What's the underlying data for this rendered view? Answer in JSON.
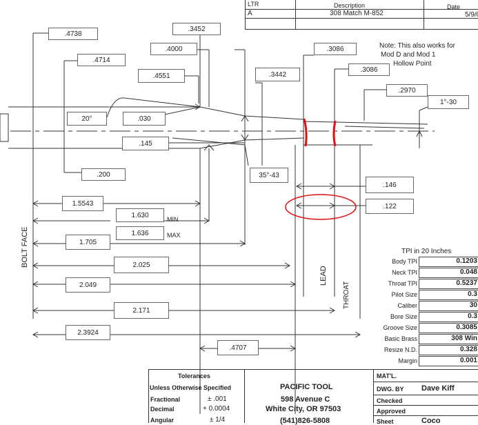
{
  "revision_block": {
    "col_ltr": "LTR",
    "col_description": "Description",
    "col_date": "Date",
    "ltr": "A",
    "description": "308 Match M-852",
    "date": "5/9/0"
  },
  "note": {
    "line1": "Note: This also works for",
    "line2": "Mod D and Mod 1",
    "line3": "Hollow Point"
  },
  "dimensions": {
    "d4738": ".4738",
    "d4714": ".4714",
    "d3452": ".3452",
    "d4000": ".4000",
    "d4551": ".4551",
    "d3442": ".3442",
    "d3086a": ".3086",
    "d3086b": ".3086",
    "d2970": ".2970",
    "angle_1_30": "1°-30",
    "angle_20": "20°",
    "d030": ".030",
    "d145": ".145",
    "d200": ".200",
    "angle_35_43": "35°-43",
    "d146": ".146",
    "d122": ".122",
    "d15543": "1.5543",
    "d1630": "1.630",
    "min": "MIN",
    "d1636": "1.636",
    "max": "MAX",
    "d1705": "1.705",
    "d2025": "2.025",
    "d2049": "2.049",
    "d2171": "2.171",
    "d23924": "2.3924",
    "d4707": ".4707"
  },
  "vertical_labels": {
    "bolt_face": "BOLT FACE",
    "lead": "LEAD",
    "throat": "THROAT"
  },
  "tpi_table": {
    "title": "TPI in 20 Inches",
    "rows": [
      {
        "key": "Body TPI",
        "value": "0.1203"
      },
      {
        "key": "Neck TPI",
        "value": "0.048"
      },
      {
        "key": "Throat TPI",
        "value": "0.5237"
      },
      {
        "key": "Pilot Size",
        "value": "0.3"
      },
      {
        "key": "Caliber",
        "value": "30"
      },
      {
        "key": "Bore Size",
        "value": "0.3"
      },
      {
        "key": "Groove Size",
        "value": "0.3085"
      },
      {
        "key": "Basic Brass",
        "value": "308 Win"
      },
      {
        "key": "Resize N.D.",
        "value": "0.328"
      },
      {
        "key": "Margin",
        "value": "0.001"
      }
    ]
  },
  "tolerances": {
    "title": "Tolerances",
    "subtitle": "Unless Otherwise Specified",
    "fractional_label": "Fractional",
    "fractional_value": "± .001",
    "decimal_label": "Decimal",
    "decimal_value": "+ 0.0004",
    "angular_label": "Angular",
    "angular_value": "± 1/4"
  },
  "company": {
    "name": "PACIFIC TOOL",
    "address1": "598 Avenue C",
    "address2": "White City, OR 97503",
    "phone": "(541)826-5808"
  },
  "title_block": {
    "matl": "MAT'L.",
    "dwg_by_label": "DWG. BY",
    "dwg_by_value": "Dave Kiff",
    "checked": "Checked",
    "approved": "Approved",
    "sheet": "Sheet",
    "sheet_value": "Coco"
  },
  "colors": {
    "line": "#333333",
    "markup": "#e01010"
  }
}
